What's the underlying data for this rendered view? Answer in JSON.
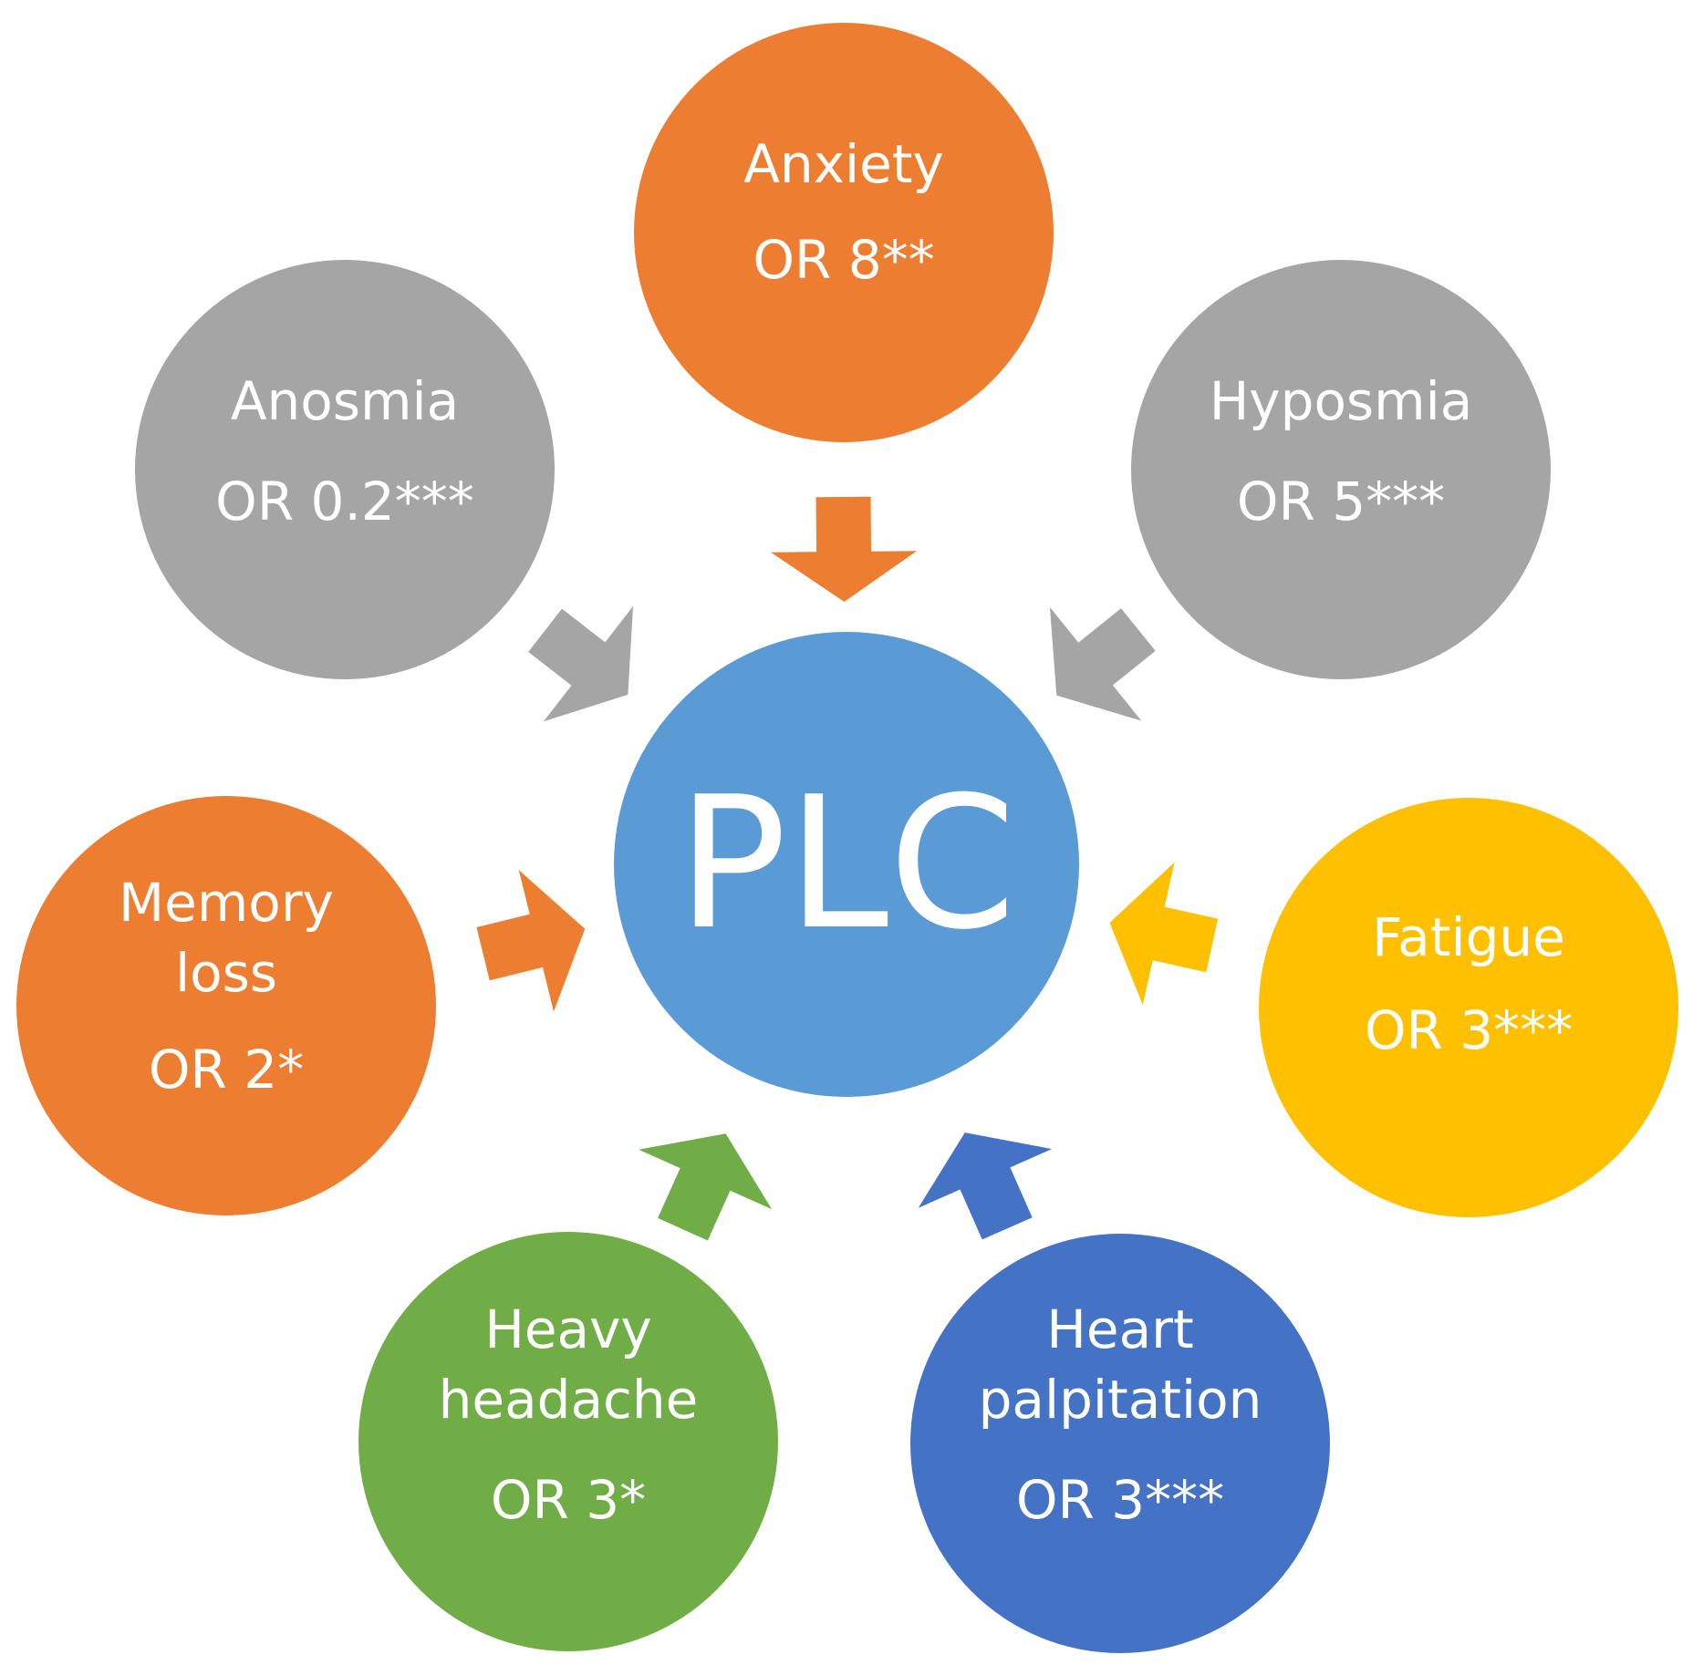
{
  "diagram": {
    "center": {
      "label": "PLC",
      "color": "#5b9bd5"
    },
    "nodes": [
      {
        "id": "anxiety",
        "lines": [
          "Anxiety",
          "OR 8**"
        ],
        "color": "#ed7d31"
      },
      {
        "id": "hyposmia",
        "lines": [
          "Hyposmia",
          "OR 5***"
        ],
        "color": "#a5a5a5"
      },
      {
        "id": "fatigue",
        "lines": [
          "Fatigue",
          "OR 3***"
        ],
        "color": "#ffc000"
      },
      {
        "id": "heart-palpitation",
        "lines": [
          "Heart",
          "palpitation",
          "OR 3***"
        ],
        "color": "#4472c4"
      },
      {
        "id": "heavy-headache",
        "lines": [
          "Heavy",
          "headache",
          "OR 3*"
        ],
        "color": "#70ad47"
      },
      {
        "id": "memory-loss",
        "lines": [
          "Memory",
          "loss",
          "OR 2*"
        ],
        "color": "#ed7d31"
      },
      {
        "id": "anosmia",
        "lines": [
          "Anosmia",
          "OR 0.2***"
        ],
        "color": "#a5a5a5"
      }
    ]
  }
}
